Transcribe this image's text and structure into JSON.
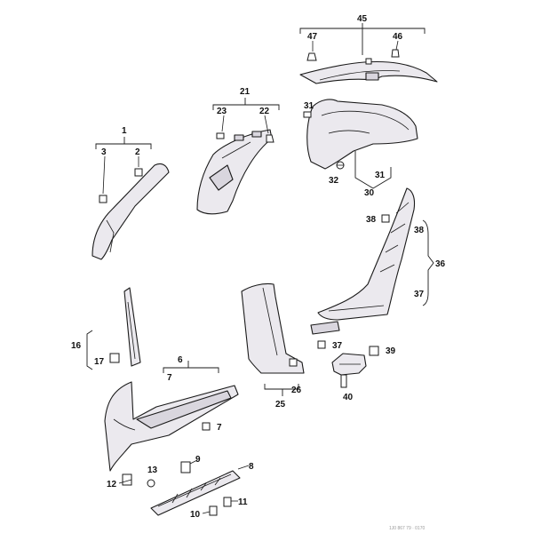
{
  "callouts": {
    "c45": "45",
    "c47": "47",
    "c46": "46",
    "c21": "21",
    "c23": "23",
    "c22": "22",
    "c31a": "31",
    "c31b": "31",
    "c32": "32",
    "c30": "30",
    "c1": "1",
    "c3": "3",
    "c2": "2",
    "c38a": "38",
    "c38b": "38",
    "c36": "36",
    "c37a": "37",
    "c37b": "37",
    "c16": "16",
    "c17": "17",
    "c6": "6",
    "c7a": "7",
    "c7b": "7",
    "c25": "25",
    "c26": "26",
    "c39": "39",
    "c40": "40",
    "c9": "9",
    "c8": "8",
    "c13": "13",
    "c12": "12",
    "c11": "11",
    "c10": "10"
  },
  "footer": {
    "code": "1J0 867 79 · 0170"
  }
}
